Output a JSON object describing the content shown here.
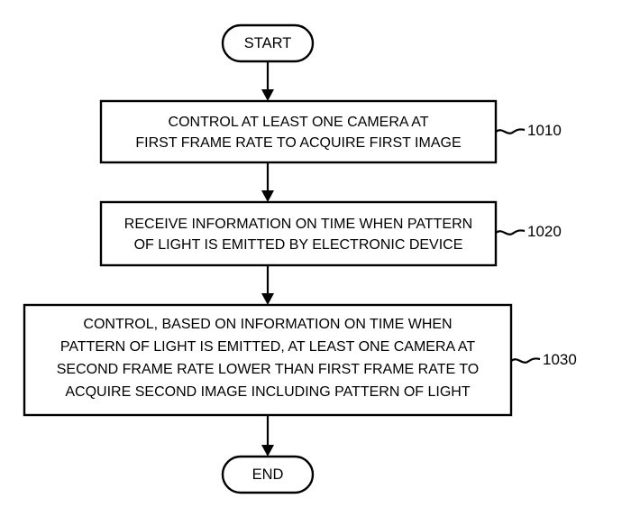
{
  "flowchart": {
    "start": {
      "label": "START"
    },
    "end": {
      "label": "END"
    },
    "steps": [
      {
        "ref": "1010",
        "lines": [
          "CONTROL AT LEAST ONE CAMERA AT",
          "FIRST FRAME RATE TO ACQUIRE FIRST IMAGE"
        ]
      },
      {
        "ref": "1020",
        "lines": [
          "RECEIVE INFORMATION ON TIME WHEN PATTERN",
          "OF LIGHT IS EMITTED BY ELECTRONIC DEVICE"
        ]
      },
      {
        "ref": "1030",
        "lines": [
          "CONTROL, BASED ON INFORMATION ON TIME WHEN",
          "PATTERN OF LIGHT IS EMITTED, AT LEAST ONE CAMERA AT",
          "SECOND FRAME RATE LOWER THAN FIRST FRAME RATE TO",
          "ACQUIRE SECOND IMAGE INCLUDING PATTERN OF LIGHT"
        ]
      }
    ]
  }
}
